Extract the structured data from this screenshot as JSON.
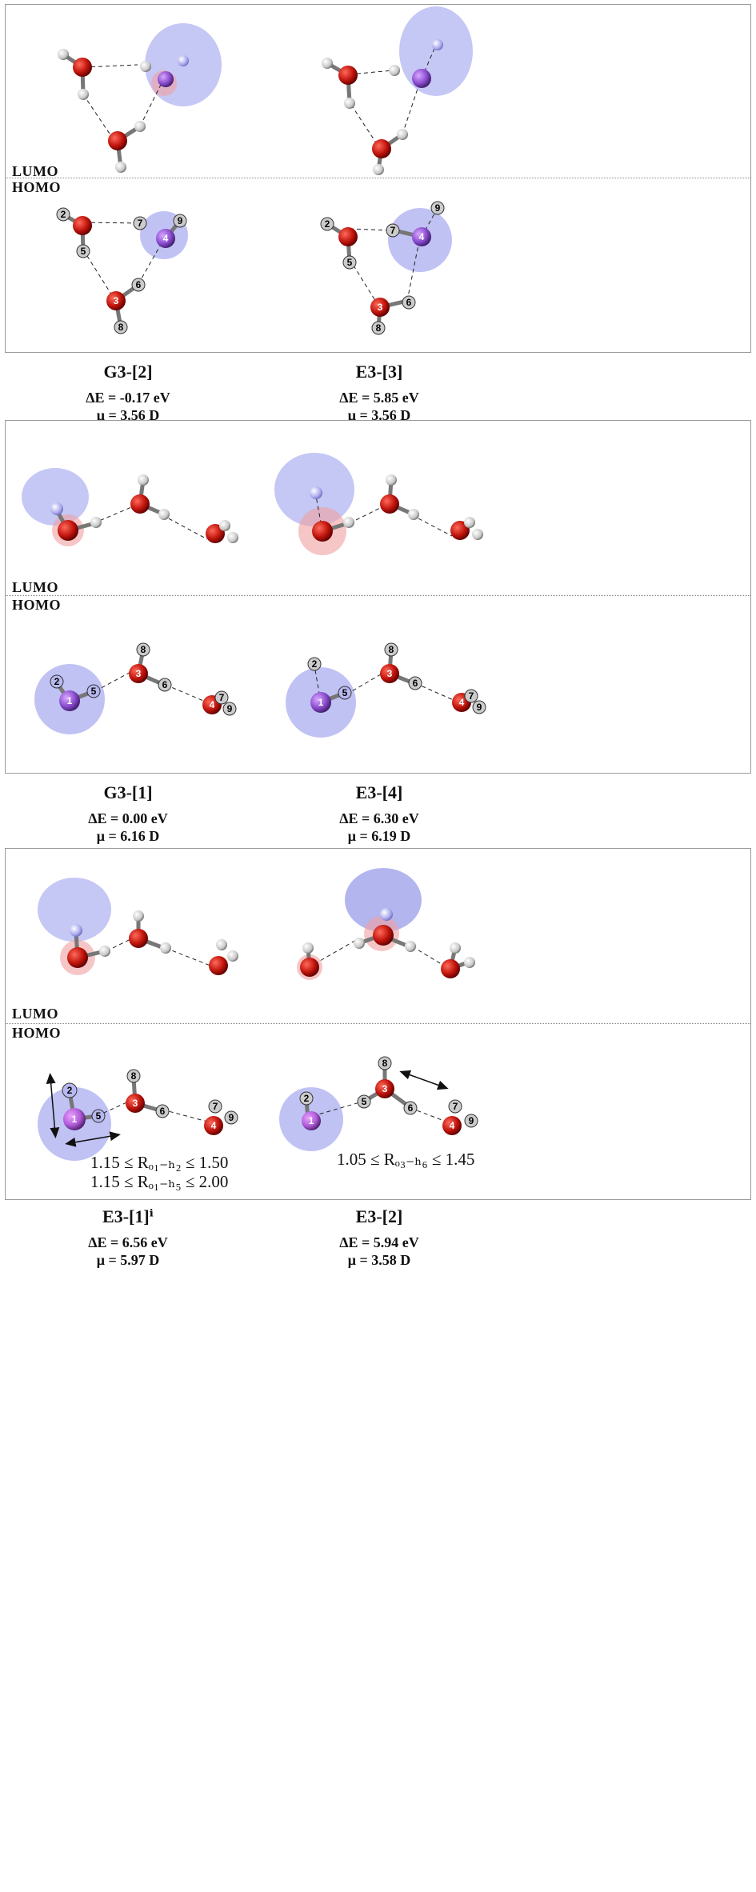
{
  "orbital_labels": {
    "lumo": "LUMO",
    "homo": "HOMO"
  },
  "panels": [
    {
      "structures": [
        {
          "name": "G3-[2]",
          "delta_e": "ΔE = -0.17 eV",
          "mu": "μ = 3.56 D"
        },
        {
          "name": "E3-[3]",
          "delta_e": "ΔE = 5.85 eV",
          "mu": "μ = 3.56 D"
        }
      ]
    },
    {
      "structures": [
        {
          "name": "G3-[1]",
          "delta_e": "ΔE = 0.00 eV",
          "mu": "μ = 6.16 D"
        },
        {
          "name": "E3-[4]",
          "delta_e": "ΔE = 6.30 eV",
          "mu": "μ = 6.19 D"
        }
      ]
    },
    {
      "structures": [
        {
          "name": "E3-[1]ⁱ",
          "delta_e": "ΔE = 6.56 eV",
          "mu": "μ = 5.97 D"
        },
        {
          "name": "E3-[2]",
          "delta_e": "ΔE = 5.94 eV",
          "mu": "μ = 3.58 D"
        }
      ],
      "ranges": {
        "left_line1": "1.15 ≤ Rₒ₁₋ₕ₂ ≤ 1.50",
        "left_line2": "1.15 ≤ Rₒ₁₋ₕ₅ ≤ 2.00",
        "right_line1": "1.05 ≤ Rₒ₃₋ₕ₆ ≤ 1.45"
      }
    }
  ],
  "atom_numbers": [
    "1",
    "2",
    "3",
    "4",
    "5",
    "6",
    "7",
    "8",
    "9"
  ],
  "colors": {
    "oxygen": "#c0140c",
    "hydrogen": "#d4d4d4",
    "proton": "#b8b8f0",
    "radical_o": "#8a4ccf",
    "orbital_blue": "#9ea2ee",
    "orbital_red": "#f0a0a0"
  }
}
